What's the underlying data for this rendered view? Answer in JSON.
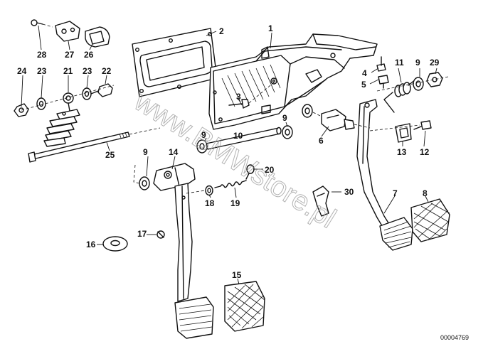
{
  "diagram": {
    "drawing_number": "00004769",
    "watermark": "www.BMWstore.pl",
    "callouts": [
      {
        "n": "1"
      },
      {
        "n": "2"
      },
      {
        "n": "3"
      },
      {
        "n": "4"
      },
      {
        "n": "5"
      },
      {
        "n": "6"
      },
      {
        "n": "7"
      },
      {
        "n": "8"
      },
      {
        "n": "9"
      },
      {
        "n": "9"
      },
      {
        "n": "9"
      },
      {
        "n": "9"
      },
      {
        "n": "10"
      },
      {
        "n": "11"
      },
      {
        "n": "12"
      },
      {
        "n": "13"
      },
      {
        "n": "14"
      },
      {
        "n": "15"
      },
      {
        "n": "16"
      },
      {
        "n": "17"
      },
      {
        "n": "18"
      },
      {
        "n": "19"
      },
      {
        "n": "20"
      },
      {
        "n": "21"
      },
      {
        "n": "22"
      },
      {
        "n": "23"
      },
      {
        "n": "23"
      },
      {
        "n": "24"
      },
      {
        "n": "25"
      },
      {
        "n": "26"
      },
      {
        "n": "27"
      },
      {
        "n": "28"
      },
      {
        "n": "29"
      },
      {
        "n": "30"
      }
    ]
  }
}
